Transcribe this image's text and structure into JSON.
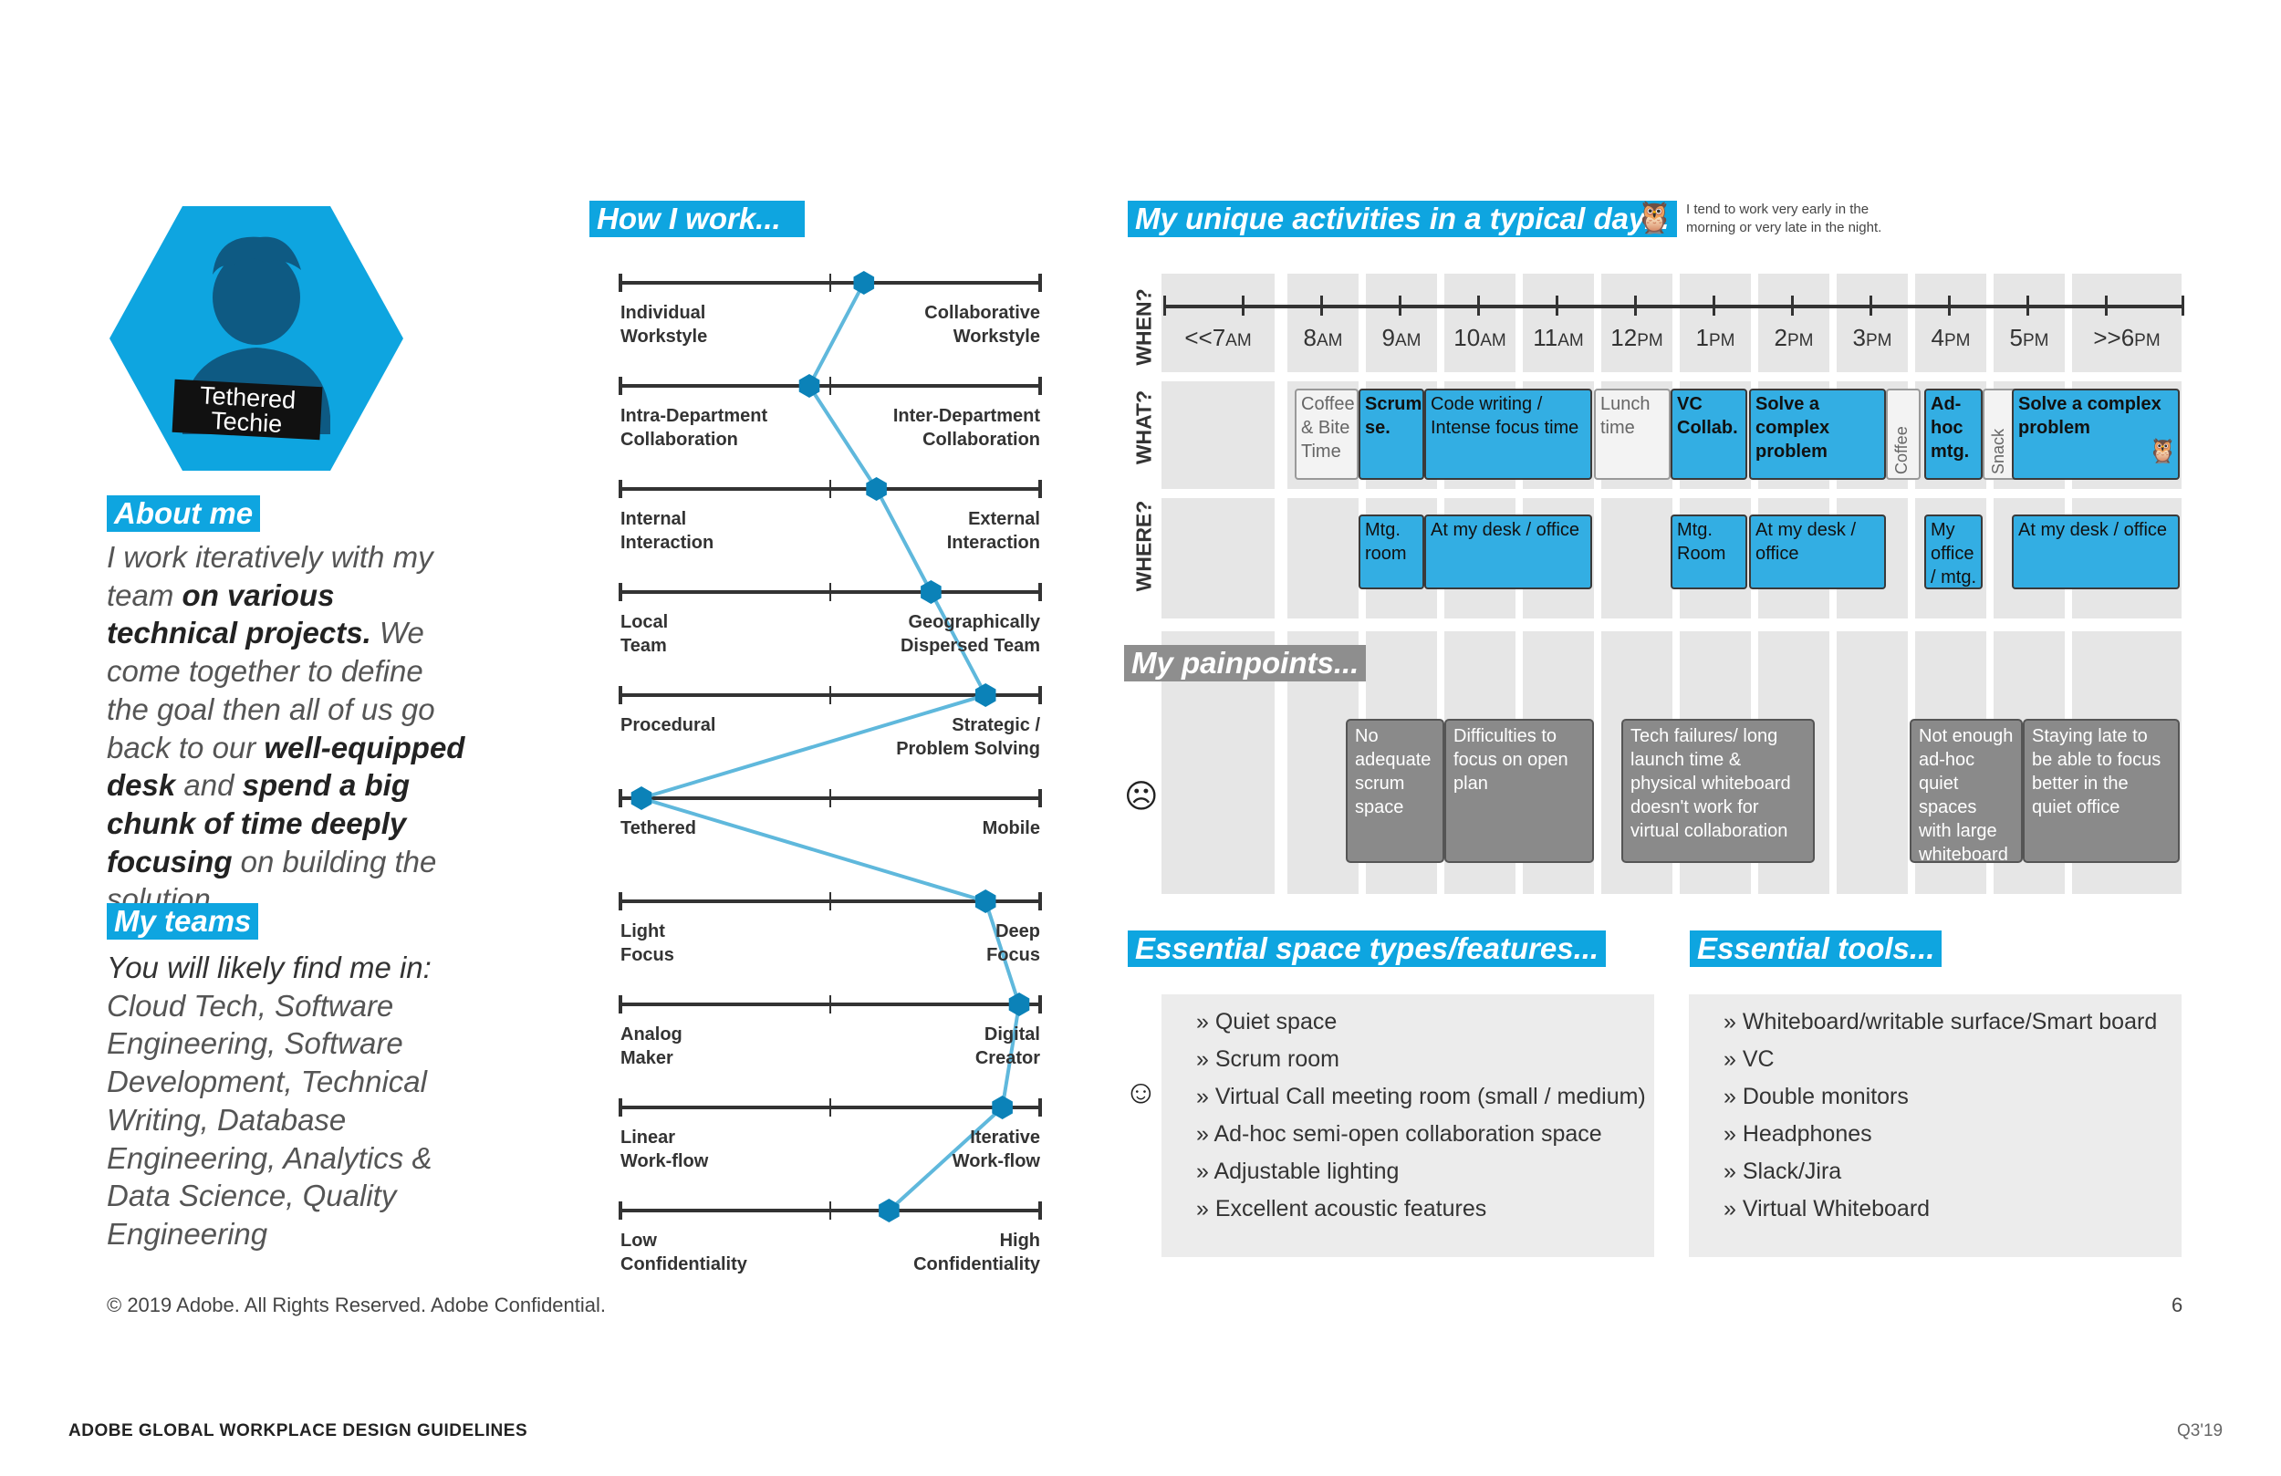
{
  "persona": {
    "name": "Tethered\nTechie",
    "name_line1": "Tethered",
    "name_line2": "Techie"
  },
  "about": {
    "title": "About me",
    "segments": [
      {
        "t": "I work iteratively with my team ",
        "b": false
      },
      {
        "t": "on various technical projects.",
        "b": true
      },
      {
        "t": " We come together to define the goal then all of us go back to our ",
        "b": false
      },
      {
        "t": "well-equipped desk",
        "b": true
      },
      {
        "t": " and ",
        "b": false
      },
      {
        "t": "spend a big chunk of time deeply focusing",
        "b": true
      },
      {
        "t": " on building the solution.",
        "b": false
      }
    ]
  },
  "teams": {
    "title": "My teams",
    "lead": "You will likely find me in:",
    "text": "Cloud Tech, Software Engineering, Software Development, Technical Writing, Database Engineering, Analytics & Data Science, Quality Engineering"
  },
  "how": {
    "title": "How I work...",
    "sliders": [
      {
        "left": "Individual\nWorkstyle",
        "right": "Collaborative\nWorkstyle",
        "value": 0.58
      },
      {
        "left": "Intra-Department\nCollaboration",
        "right": "Inter-Department\nCollaboration",
        "value": 0.45
      },
      {
        "left": "Internal\nInteraction",
        "right": "External\nInteraction",
        "value": 0.61
      },
      {
        "left": "Local\nTeam",
        "right": "Geographically\nDispersed Team",
        "value": 0.74
      },
      {
        "left": "Procedural",
        "right": "Strategic /\nProblem Solving",
        "value": 0.87
      },
      {
        "left": "Tethered",
        "right": "Mobile",
        "value": 0.05
      },
      {
        "left": "Light\nFocus",
        "right": "Deep\nFocus",
        "value": 0.87
      },
      {
        "left": "Analog\nMaker",
        "right": "Digital\nCreator",
        "value": 0.95
      },
      {
        "left": "Linear\nWork-flow",
        "right": "Iterative\nWork-flow",
        "value": 0.91
      },
      {
        "left": "Low\nConfidentiality",
        "right": "High\nConfidentiality",
        "value": 0.64
      }
    ]
  },
  "day": {
    "title": "My unique activities in a typical day...",
    "note": "I tend to work very early in the morning or very late in the night.",
    "row_labels": [
      "WHEN?",
      "WHAT?",
      "WHERE?"
    ],
    "times": [
      {
        "num": "<<7",
        "ap": "AM"
      },
      {
        "num": "8",
        "ap": "AM"
      },
      {
        "num": "9",
        "ap": "AM"
      },
      {
        "num": "10",
        "ap": "AM"
      },
      {
        "num": "11",
        "ap": "AM"
      },
      {
        "num": "12",
        "ap": "PM"
      },
      {
        "num": "1",
        "ap": "PM"
      },
      {
        "num": "2",
        "ap": "PM"
      },
      {
        "num": "3",
        "ap": "PM"
      },
      {
        "num": "4",
        "ap": "PM"
      },
      {
        "num": "5",
        "ap": "PM"
      },
      {
        "num": ">>6",
        "ap": "PM"
      }
    ],
    "what": [
      {
        "text": "Coffee & Bite Time",
        "style": "white"
      },
      {
        "text": "Scrum se.",
        "style": "bold"
      },
      {
        "text": "Code writing / Intense focus time",
        "style": "normal"
      },
      {
        "text": "Lunch time",
        "style": "white"
      },
      {
        "text": "VC Collab.",
        "style": "bold"
      },
      {
        "text": "Solve a complex problem",
        "style": "bold"
      },
      {
        "text": "Coffee",
        "style": "vertwhite"
      },
      {
        "text": "Ad-hoc mtg.",
        "style": "bold"
      },
      {
        "text": "Snack",
        "style": "vertwhite"
      },
      {
        "text": "Solve a complex problem",
        "style": "bold"
      }
    ],
    "where": [
      {
        "text": "Mtg. room"
      },
      {
        "text": "At my desk / office"
      },
      {
        "text": "Mtg. Room"
      },
      {
        "text": "At my desk / office"
      },
      {
        "text": "My office / mtg."
      },
      {
        "text": "At my desk / office"
      }
    ]
  },
  "pain": {
    "title": "My painpoints...",
    "items": [
      "No adequate scrum space",
      "Difficulties to focus on open plan",
      "Tech failures/ long launch time & physical whiteboard doesn't work for virtual collaboration",
      "Not enough ad-hoc quiet spaces with large whiteboard",
      "Staying late to be able to focus better in the quiet office"
    ]
  },
  "spaces": {
    "title": "Essential space types/features...",
    "items": [
      "Quiet space",
      "Scrum room",
      "Virtual Call meeting room (small / medium)",
      "Ad-hoc semi-open collaboration space",
      "Adjustable lighting",
      "Excellent acoustic features"
    ]
  },
  "tools": {
    "title": "Essential tools...",
    "items": [
      "Whiteboard/writable surface/Smart board",
      "VC",
      "Double monitors",
      "Headphones",
      "Slack/Jira",
      "Virtual Whiteboard"
    ]
  },
  "footer": {
    "copyright": "© 2019 Adobe.  All Rights Reserved.  Adobe Confidential.",
    "page": "6",
    "guide": "ADOBE GLOBAL WORKPLACE DESIGN GUIDELINES",
    "quarter": "Q3'19"
  },
  "colors": {
    "accent": "#0ea5e0",
    "activity": "#33aee3",
    "pain": "#8a8a8a",
    "line": "#5fb8dc",
    "node": "#0b82b8"
  }
}
